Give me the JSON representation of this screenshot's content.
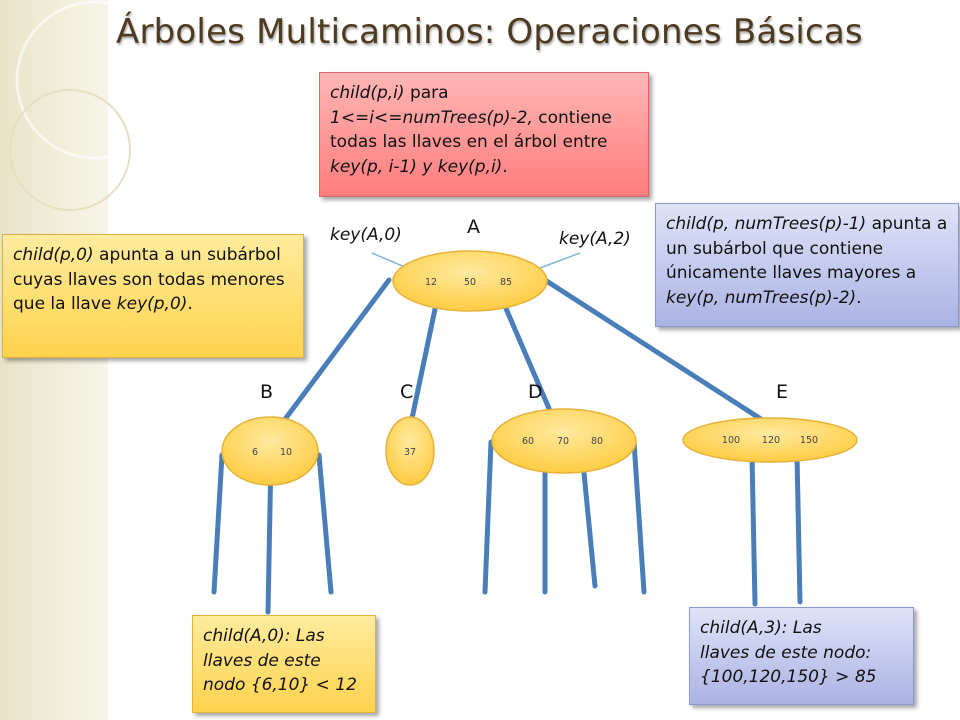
{
  "title": "Árboles Multicaminos: Operaciones Básicas",
  "colors": {
    "edge": "#4a7eb8",
    "node_fill": "#ffd24d",
    "key_arrow": "#7db5d8"
  },
  "nodes": [
    {
      "id": "A",
      "keys": [
        "12",
        "50",
        "85"
      ]
    },
    {
      "id": "B",
      "keys": [
        "6",
        "10"
      ]
    },
    {
      "id": "C",
      "keys": [
        "37"
      ]
    },
    {
      "id": "D",
      "keys": [
        "60",
        "70",
        "80"
      ]
    },
    {
      "id": "E",
      "keys": [
        "100",
        "120",
        "150"
      ]
    }
  ],
  "key_labels": {
    "left": "key(A,0)",
    "right": "key(A,2)"
  },
  "notes": {
    "red": {
      "l1_it": "child(p,i)",
      "l1": " para",
      "l2_it1": "1<=i<=",
      "l2_it2": "numTrees(p)-2,",
      "l2": " contiene todas las llaves en el árbol entre ",
      "l2_it3": "key(p, i-1) y key(p,i)",
      "l2_end": "."
    },
    "left": {
      "l1_it": "child(p,0)",
      "l1": " apunta a un subárbol cuyas llaves son todas menores que la llave ",
      "l1_it2": "key(p,0)",
      "l1_end": "."
    },
    "right": {
      "l1_it": "child(p, numTrees(p)-1)",
      "l1": " apunta a un subárbol que contiene únicamente llaves mayores a ",
      "l1_it2": "key(p, numTrees(p)-2)",
      "l1_end": "."
    },
    "bottom_left": {
      "line1": "child(A,0):  Las",
      "line2": "llaves de este",
      "line3": "nodo {6,10} < 12"
    },
    "bottom_right": {
      "line1": "child(A,3):  Las",
      "line2": "llaves de este nodo:",
      "line3": "{100,120,150} > 85"
    }
  }
}
